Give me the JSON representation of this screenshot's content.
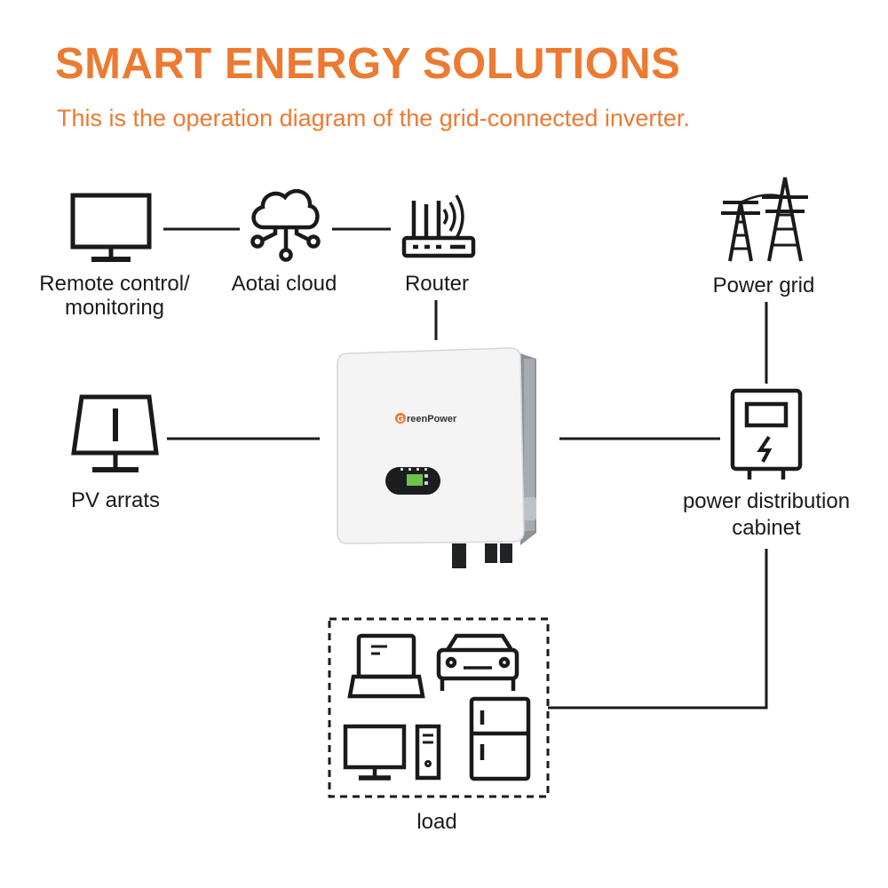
{
  "header": {
    "title": "SMART ENERGY SOLUTIONS",
    "subtitle": "This is the operation diagram of the grid-connected inverter."
  },
  "nodes": {
    "remote": {
      "line1": "Remote control/",
      "line2": "monitoring",
      "icon": "monitor-icon"
    },
    "cloud": {
      "label": "Aotai cloud",
      "icon": "cloud-network-icon"
    },
    "router": {
      "label": "Router",
      "icon": "router-icon"
    },
    "grid": {
      "label": "Power grid",
      "icon": "transmission-tower-icon"
    },
    "pv": {
      "label": "PV arrats",
      "icon": "solar-panel-icon"
    },
    "cabinet": {
      "line1": "power distribution",
      "line2": "cabinet",
      "icon": "distribution-cabinet-icon"
    },
    "load": {
      "label": "load",
      "icons": [
        "laptop-icon",
        "car-icon",
        "desktop-computer-icon",
        "refrigerator-icon"
      ]
    }
  },
  "inverter": {
    "brand": "reenPower",
    "brand_initial": "G"
  },
  "colors": {
    "accent": "#ec7a31",
    "line": "#1a1a1a",
    "inverter_body": "#f4f4f4"
  }
}
